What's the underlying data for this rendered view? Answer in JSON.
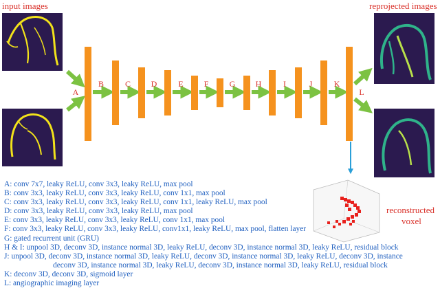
{
  "captions": {
    "input": "input images",
    "output": "reprojected images",
    "voxel_line1": "reconstructed",
    "voxel_line2": "voxel"
  },
  "layer_labels": [
    "A",
    "B",
    "C",
    "D",
    "E",
    "F",
    "G",
    "H",
    "I",
    "J",
    "K",
    "L"
  ],
  "legend": [
    "A: conv 7x7, leaky ReLU, conv 3x3, leaky ReLU, max pool",
    "B: conv 3x3, leaky ReLU, conv 3x3, leaky ReLU, conv 1x1, max pool",
    "C: conv 3x3, leaky ReLU, conv 3x3, leaky ReLU, conv 1x1, leaky ReLU, max pool",
    "D: conv 3x3, leaky ReLU, conv 3x3, leaky ReLU, max pool",
    "E: conv 3x3, leaky ReLU, conv 3x3, leaky ReLU, conv 1x1, max pool",
    "F: conv 3x3, leaky ReLU, conv 3x3, leaky ReLU, conv1x1, leaky ReLU, max pool, flatten layer",
    "G: gated recurrent unit (GRU)",
    "H & I: unpool 3D, deconv 3D, instance normal 3D, leaky ReLU, deconv 3D, instance normal 3D, leaky ReLU, residual block",
    "J: unpool 3D, deconv 3D, instance normal 3D, leaky ReLU, deconv 3D, instance normal 3D, leaky ReLU, deconv 3D, instance",
    "deconv 3D, instance normal 3D, leaky ReLU, deconv 3D, instance normal 3D, leaky ReLU, residual block",
    "K: deconv 3D, deconv 3D, sigmoid layer",
    "L: angiographic imaging layer"
  ],
  "colors": {
    "caption": "#d9312a",
    "legend_text": "#1f5fbf",
    "layer_bar": "#f5921e",
    "flow_arrow": "#7cc242",
    "voxel_arrow": "#2a9fd8",
    "image_bg": "#2b1a4f",
    "input_vessel": "#f2e21a",
    "output_vessel": "#2fb38a",
    "voxel_points": "#e8201c"
  },
  "icons": {
    "flow_arrow": "green-arrow-icon",
    "voxel_arrow": "blue-down-arrow-icon"
  }
}
